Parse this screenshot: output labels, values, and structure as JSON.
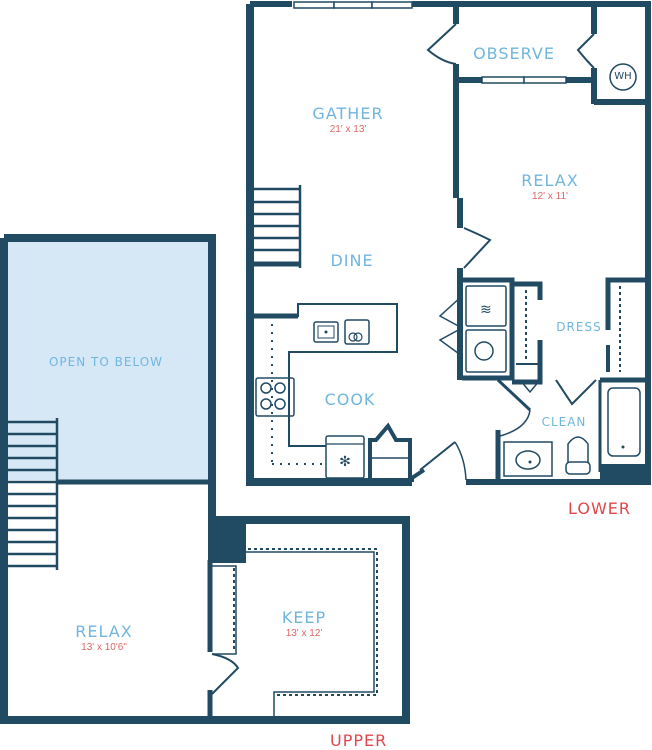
{
  "floorplan": {
    "colors": {
      "wall": "#214a63",
      "room_label": "#6fb6df",
      "dimension": "#e06666",
      "level_label": "#e0474c",
      "open_to_below_fill": "#d6e8f6",
      "background": "#ffffff"
    },
    "levels": {
      "lower": {
        "label": "LOWER",
        "rooms": [
          {
            "name": "GATHER",
            "dimensions": "21' x 13'"
          },
          {
            "name": "OBSERVE"
          },
          {
            "name": "RELAX",
            "dimensions": "12' x 11'"
          },
          {
            "name": "DINE"
          },
          {
            "name": "COOK"
          },
          {
            "name": "DRESS"
          },
          {
            "name": "CLEAN"
          }
        ],
        "fixtures": {
          "water_heater": "WH"
        }
      },
      "upper": {
        "label": "UPPER",
        "rooms": [
          {
            "name": "OPEN TO BELOW"
          },
          {
            "name": "RELAX",
            "dimensions": "13' x 10'6\""
          },
          {
            "name": "KEEP",
            "dimensions": "13' x 12'"
          }
        ]
      }
    }
  }
}
